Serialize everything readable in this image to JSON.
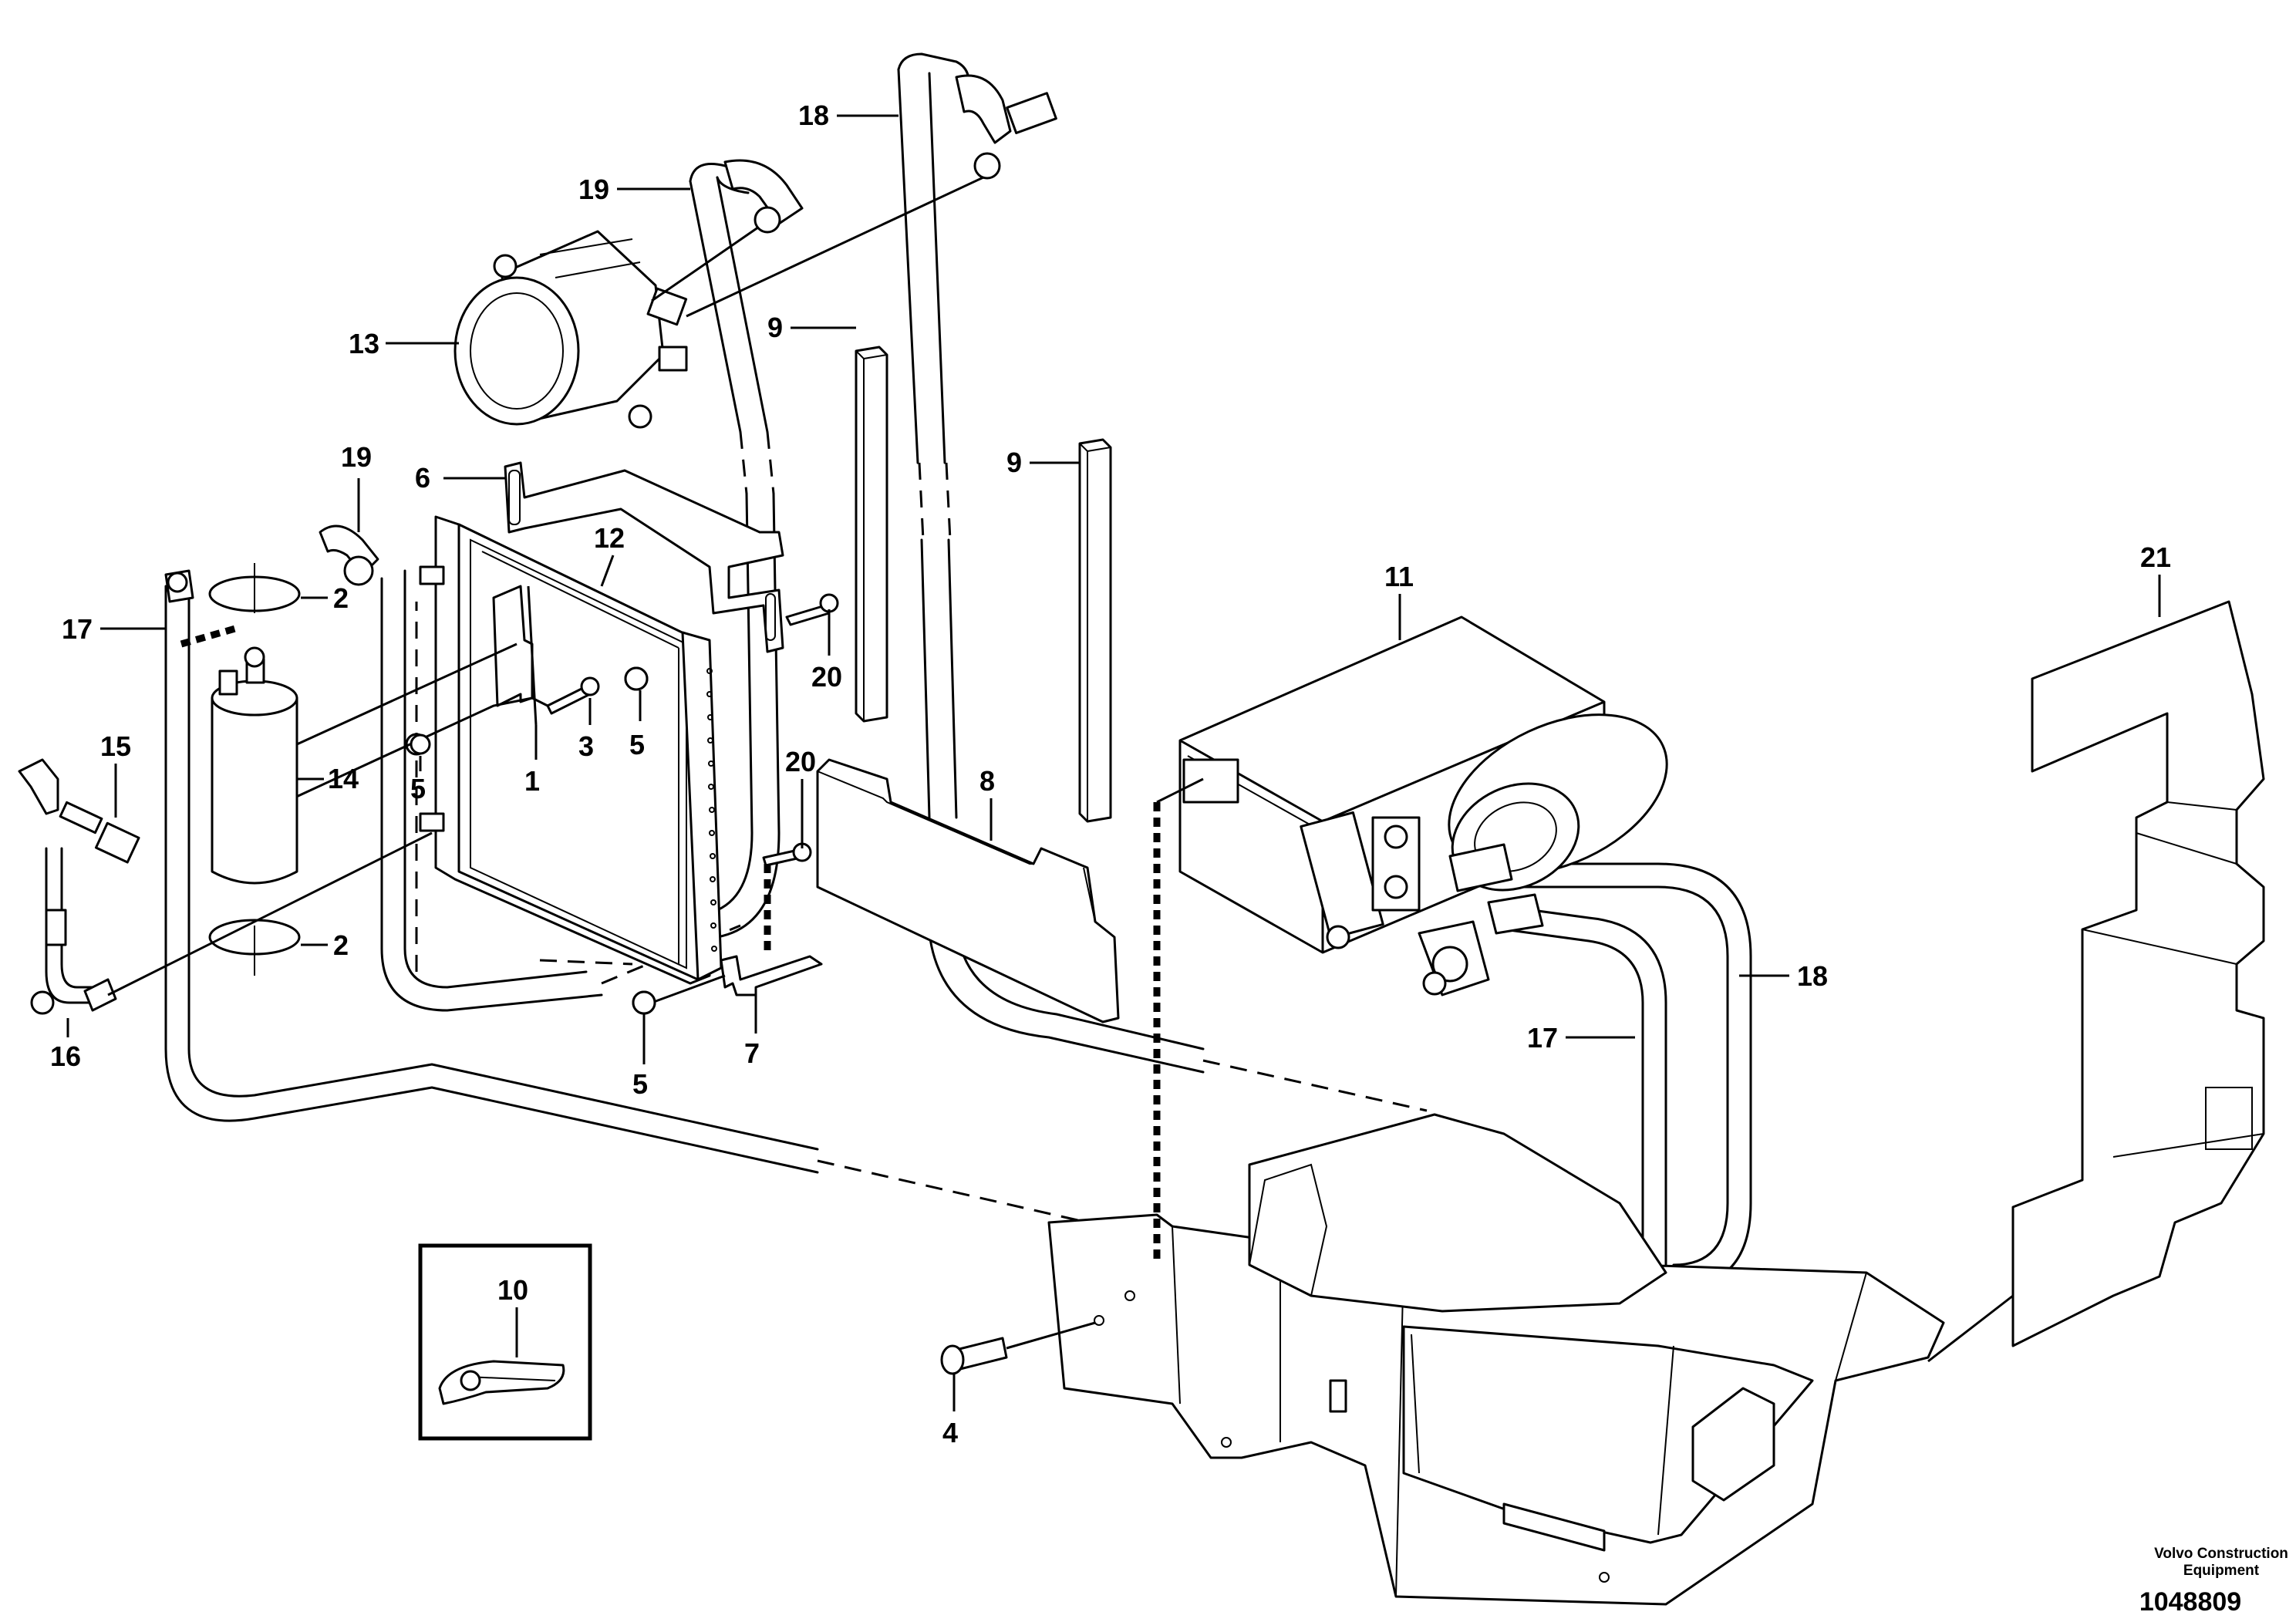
{
  "callouts": {
    "c1": "1",
    "c2a": "2",
    "c2b": "2",
    "c3": "3",
    "c4": "4",
    "c5a": "5",
    "c5b": "5",
    "c5c": "5",
    "c6": "6",
    "c7": "7",
    "c8": "8",
    "c9a": "9",
    "c9b": "9",
    "c10": "10",
    "c11": "11",
    "c12": "12",
    "c13": "13",
    "c14": "14",
    "c15": "15",
    "c16": "16",
    "c17a": "17",
    "c17b": "17",
    "c18a": "18",
    "c18b": "18",
    "c19a": "19",
    "c19b": "19",
    "c20a": "20",
    "c20b": "20",
    "c21": "21"
  },
  "footer": {
    "brand_line1": "Volvo Construction",
    "brand_line2": "Equipment",
    "doc_number": "1048809"
  }
}
